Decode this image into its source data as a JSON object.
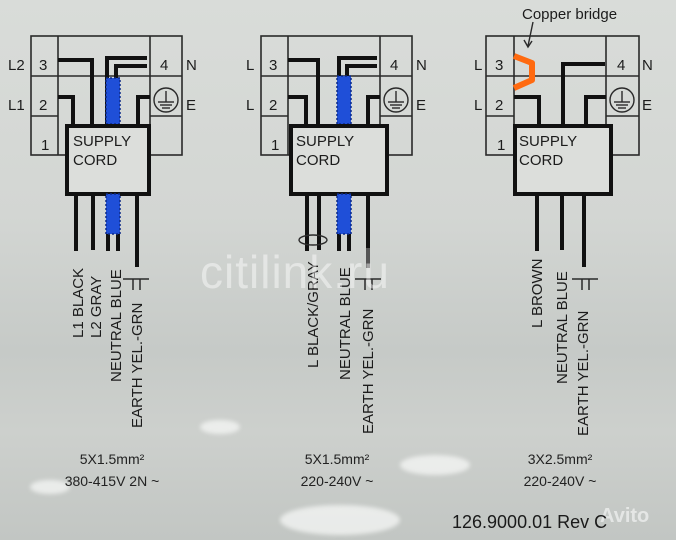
{
  "diagrams": [
    {
      "id": "two-phase",
      "terminals": {
        "left_labels": [
          "L2",
          "L1"
        ],
        "numbers": [
          "3",
          "2",
          "1",
          "4"
        ],
        "right_labels": [
          "N",
          "E"
        ]
      },
      "box_label": [
        "SUPPLY",
        "CORD"
      ],
      "wires": [
        "L1  BLACK",
        "L2  GRAY",
        "NEUTRAL BLUE",
        "EARTH  YEL.-GRN"
      ],
      "cable_spec": "5X1.5mm²",
      "voltage": "380-415V 2N ~"
    },
    {
      "id": "single-phase-5core",
      "terminals": {
        "left_labels": [
          "L",
          "L"
        ],
        "numbers": [
          "3",
          "2",
          "1",
          "4"
        ],
        "right_labels": [
          "N",
          "E"
        ]
      },
      "box_label": [
        "SUPPLY",
        "CORD"
      ],
      "wires": [
        "L BLACK/GRAY",
        "NEUTRAL BLUE",
        "EARTH  YEL.-GRN"
      ],
      "cable_spec": "5X1.5mm²",
      "voltage": "220-240V  ~"
    },
    {
      "id": "single-phase-3core",
      "terminals": {
        "left_labels": [
          "L",
          "L"
        ],
        "numbers": [
          "3",
          "2",
          "1",
          "4"
        ],
        "right_labels": [
          "N",
          "E"
        ]
      },
      "box_label": [
        "SUPPLY",
        "CORD"
      ],
      "bridge_label": "Copper bridge",
      "wires": [
        "L BROWN",
        "NEUTRAL BLUE",
        "EARTH  YEL.-GRN"
      ],
      "cable_spec": "3X2.5mm²",
      "voltage": "220-240V ~"
    }
  ],
  "document_code": "126.9000.01 Rev C",
  "watermarks": [
    "citilink.ru",
    "Avito"
  ],
  "colors": {
    "wire": "#111111",
    "neutral_blue": "#1f4fd8",
    "bridge": "#ff6a10",
    "line": "#2a2a2a"
  }
}
